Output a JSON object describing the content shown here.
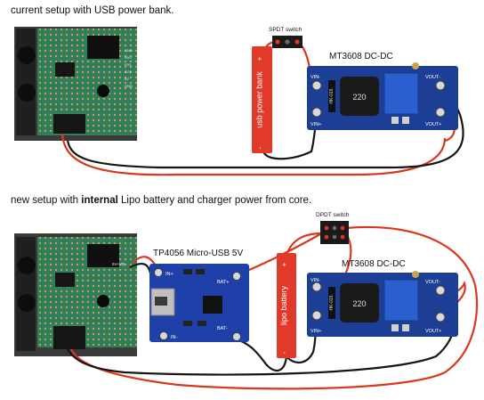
{
  "captions": {
    "current": "current setup with USB power bank.",
    "new_prefix": "new setup with ",
    "new_bold": "internal",
    "new_suffix": " Lipo battery and charger power from core."
  },
  "top": {
    "switch_label": "SPDT switch",
    "battery_label": "usb power bank",
    "battery_plus": "+",
    "battery_minus": "-",
    "converter_title": "MT3608 DC-DC",
    "pin_vin_plus": "VIN+",
    "pin_vin_minus": "VIN-",
    "pin_vout_plus": "VOUT+",
    "pin_vout_minus": "VOUT-",
    "chip_mark": "HK-015",
    "inductor_mark": "220"
  },
  "bottom": {
    "switch_label": "DPDT switch",
    "charger_title": "TP4056 Micro-USB 5V",
    "charger_pin_in_plus": "IN+",
    "charger_pin_in_minus": "IN-",
    "charger_pin_bat_plus": "BAT+",
    "charger_pin_bat_minus": "BAT-",
    "battery_label": "lipo battery",
    "battery_plus": "+",
    "battery_minus": "-",
    "converter_title": "MT3608 DC-DC",
    "pin_vin_plus": "VIN+",
    "pin_vin_minus": "VIN-",
    "pin_vout_plus": "VOUT+",
    "pin_vout_minus": "VOUT-",
    "chip_mark": "HK-015",
    "inductor_mark": "220"
  },
  "core_board": {
    "pin_labels": [
      "GND",
      "RX0",
      "RX1",
      "3V3",
      "5V",
      "GND"
    ],
    "side_label": "5V+VB"
  },
  "colors": {
    "wire_red": "#d9381e",
    "wire_black": "#151515",
    "board_green": "#2f7d5a",
    "converter_blue": "#1c3f95",
    "charger_blue": "#1e40a8",
    "battery_red": "#e23a2a",
    "trimmer_blue": "#2b5fd0"
  }
}
